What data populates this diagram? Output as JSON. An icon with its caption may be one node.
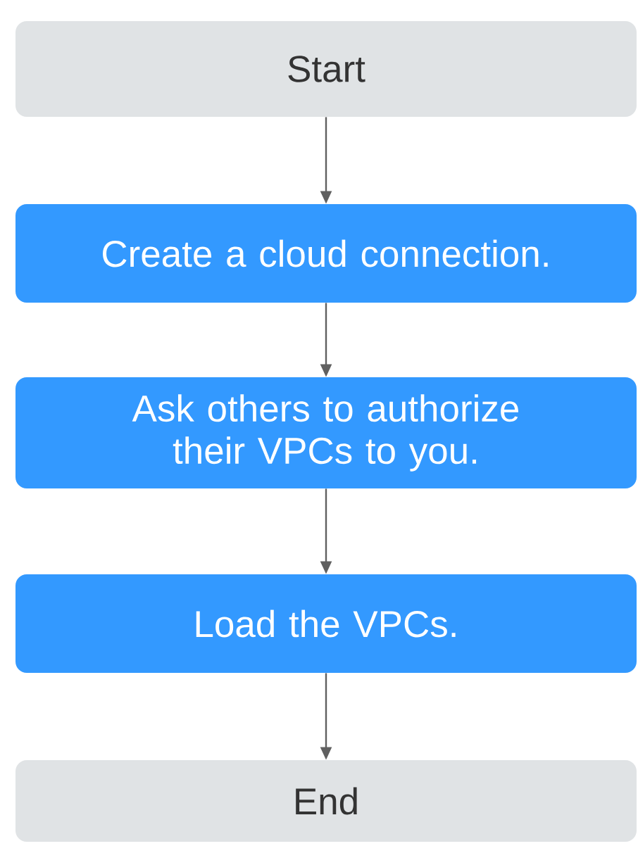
{
  "diagram": {
    "nodes": [
      {
        "text": [
          "Start"
        ]
      },
      {
        "text": [
          "Create a cloud connection."
        ]
      },
      {
        "text": [
          "Ask others to authorize their VPCs to you."
        ]
      },
      {
        "text": [
          "Load the VPCs."
        ]
      },
      {
        "text": [
          "End"
        ]
      }
    ],
    "edges": [
      {
        "from": 0,
        "to": 1,
        "arrow": "to"
      },
      {
        "from": 1,
        "to": 2,
        "arrow": "to"
      },
      {
        "from": 2,
        "to": 3,
        "arrow": "to"
      },
      {
        "from": 3,
        "to": 4,
        "arrow": "to"
      }
    ]
  }
}
